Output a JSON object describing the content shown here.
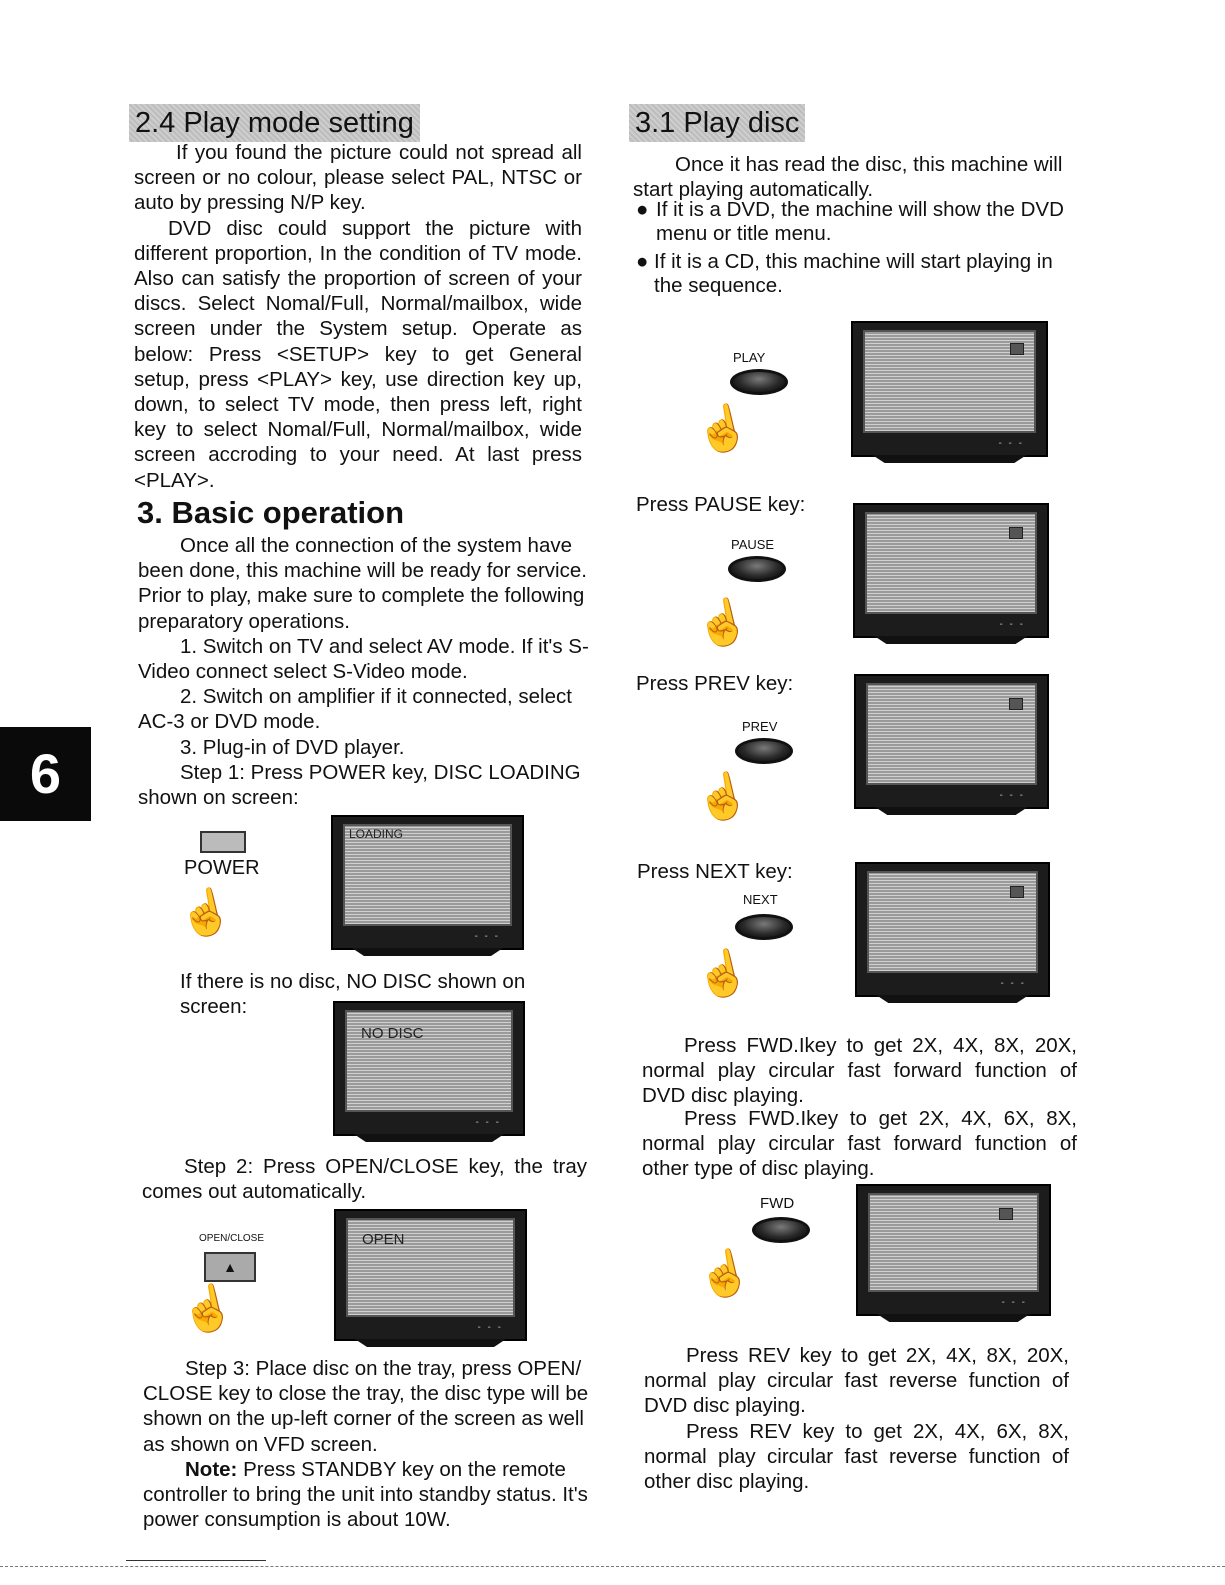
{
  "page_number": "6",
  "left": {
    "section_24_title": "2.4 Play mode setting",
    "section_24_body": "If you found the picture could not spread all screen or no colour, please select PAL, NTSC or auto by pressing N/P key.",
    "section_24_body2": "DVD disc could support the picture with different proportion, In the condition of TV mode. Also can satisfy the proportion of screen of your discs. Select Nomal/Full, Normal/mailbox, wide screen under the System setup. Operate as below: Press <SETUP> key to get General setup, press <PLAY> key, use direction key up, down, to select TV mode, then press left, right key to select Nomal/Full, Normal/mailbox, wide screen accroding to your need. At last press <PLAY>.",
    "section_3_title": "3. Basic operation",
    "section_3_body": "Once all the connection of the system have been done, this machine will be ready for service. Prior to play, make sure to complete the following preparatory operations.",
    "step_switch_tv": "1. Switch on TV and select AV mode. If it's S-Video connect select S-Video mode.",
    "step_switch_amp": "2. Switch on amplifier if it connected, select AC-3 or DVD mode.",
    "step_plugin": "3. Plug-in of DVD player.",
    "step1": "Step 1: Press POWER key, DISC LOADING shown on screen:",
    "power_label": "POWER",
    "osd_loading": "LOADING",
    "no_disc_text": "If there is no disc, NO DISC shown on screen:",
    "osd_no_disc": "NO DISC",
    "step2": "Step 2: Press OPEN/CLOSE key, the tray comes out automatically.",
    "open_close_label": "OPEN/CLOSE",
    "osd_open": "OPEN",
    "step3": "Step 3: Place disc on the tray, press OPEN/ CLOSE key to close the tray, the disc type will be shown on the up-left corner of the screen as well as shown on VFD screen.",
    "note_label": "Note:",
    "note_text": " Press STANDBY key on the remote controller to bring the unit into standby status. It's power consumption is about 10W."
  },
  "right": {
    "section_31_title": "3.1 Play disc",
    "intro": "Once it has read the disc, this machine will start playing automatically.",
    "bullet_dvd": "If it is a DVD, the machine will show the DVD menu or title menu.",
    "bullet_cd": "If it is a CD, this machine will start playing in the sequence.",
    "play_label": "PLAY",
    "pause_heading": "Press PAUSE key:",
    "pause_label": "PAUSE",
    "prev_heading": "Press PREV key:",
    "prev_label": "PREV",
    "next_heading": "Press NEXT key:",
    "next_label": "NEXT",
    "fwd_dvd": "Press FWD.Ikey to get 2X, 4X, 8X, 20X, normal play circular fast forward function of DVD disc playing.",
    "fwd_other": "Press FWD.Ikey to get 2X, 4X, 6X, 8X, normal play circular fast forward function of other type of disc playing.",
    "fwd_label": "FWD",
    "rev_dvd": "Press REV key to get 2X, 4X, 8X, 20X, normal play circular fast reverse function of DVD disc playing.",
    "rev_other": "Press REV key to get 2X, 4X, 6X, 8X, normal play circular fast reverse function of other disc playing."
  },
  "icons": {
    "hand": "pointing-hand-icon",
    "bullet": "bullet-dot-icon"
  }
}
